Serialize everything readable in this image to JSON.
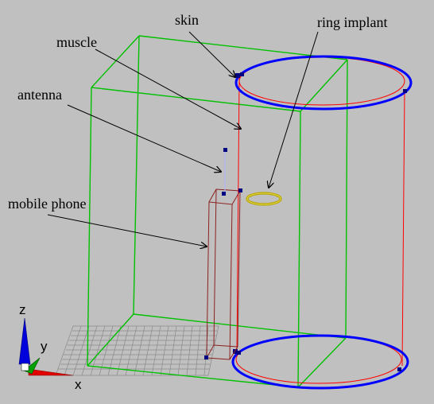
{
  "labels": {
    "skin": "skin",
    "muscle": "muscle",
    "antenna": "antenna",
    "mobile_phone": "mobile phone",
    "ring_implant": "ring implant"
  },
  "axes": {
    "z": "z",
    "y": "y",
    "x": "x"
  },
  "colors": {
    "background": "#c0c0c0",
    "box": "#00c000",
    "skin": "#0000ff",
    "muscle": "#ff0000",
    "phone": "#8b2020",
    "ring": "#b8a800",
    "grid": "#8a8a8a",
    "arrow": "#000000"
  }
}
